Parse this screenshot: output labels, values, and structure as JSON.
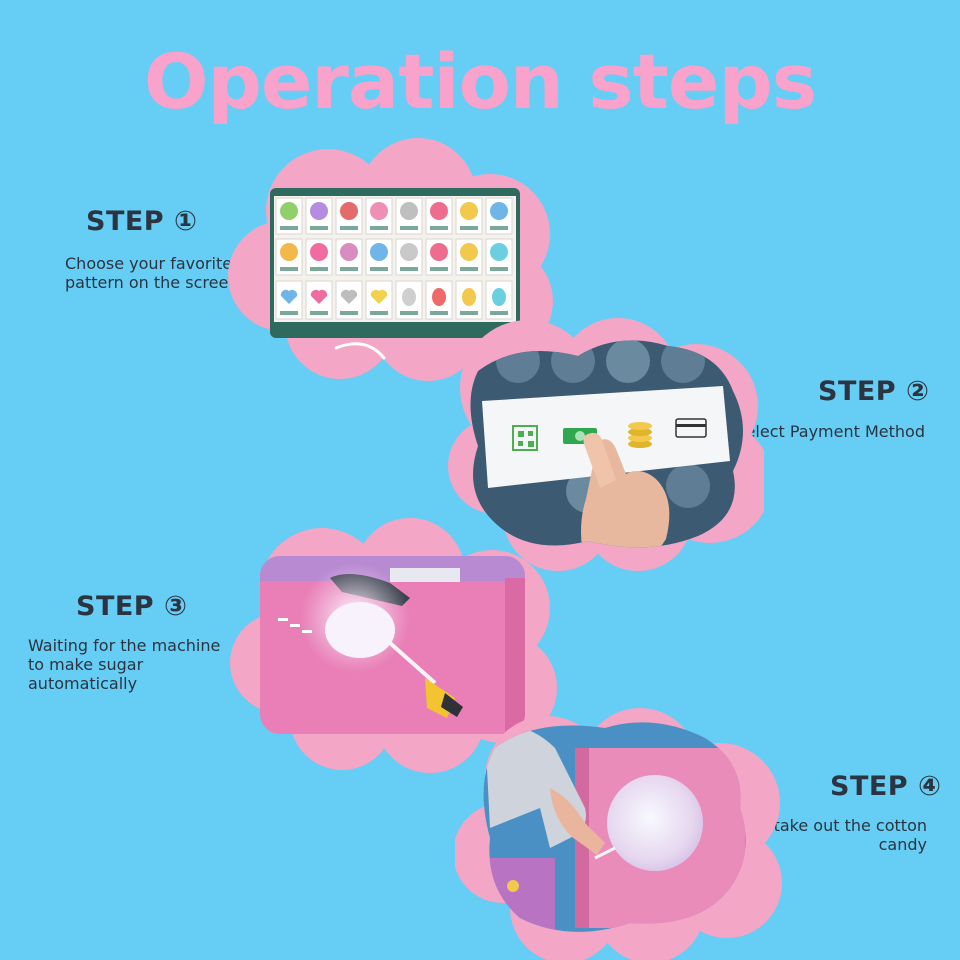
{
  "page": {
    "title": "Operation steps"
  },
  "steps": [
    {
      "heading": "STEP ①",
      "description": "Choose your favorite pattern on the screen"
    },
    {
      "heading": "STEP ②",
      "description": "Select Payment Method"
    },
    {
      "heading": "STEP ③",
      "description": "Waiting for the machine to make sugar automatically"
    },
    {
      "heading": "STEP ④",
      "description": "take out the cotton candy"
    }
  ],
  "colors": {
    "background": "#66cdf4",
    "title": "#f8a2cc",
    "cloud": "#f4a6c6",
    "text": "#2b3440"
  },
  "icons": [
    "qr-code-icon",
    "cash-icon",
    "coins-icon",
    "card-icon"
  ]
}
